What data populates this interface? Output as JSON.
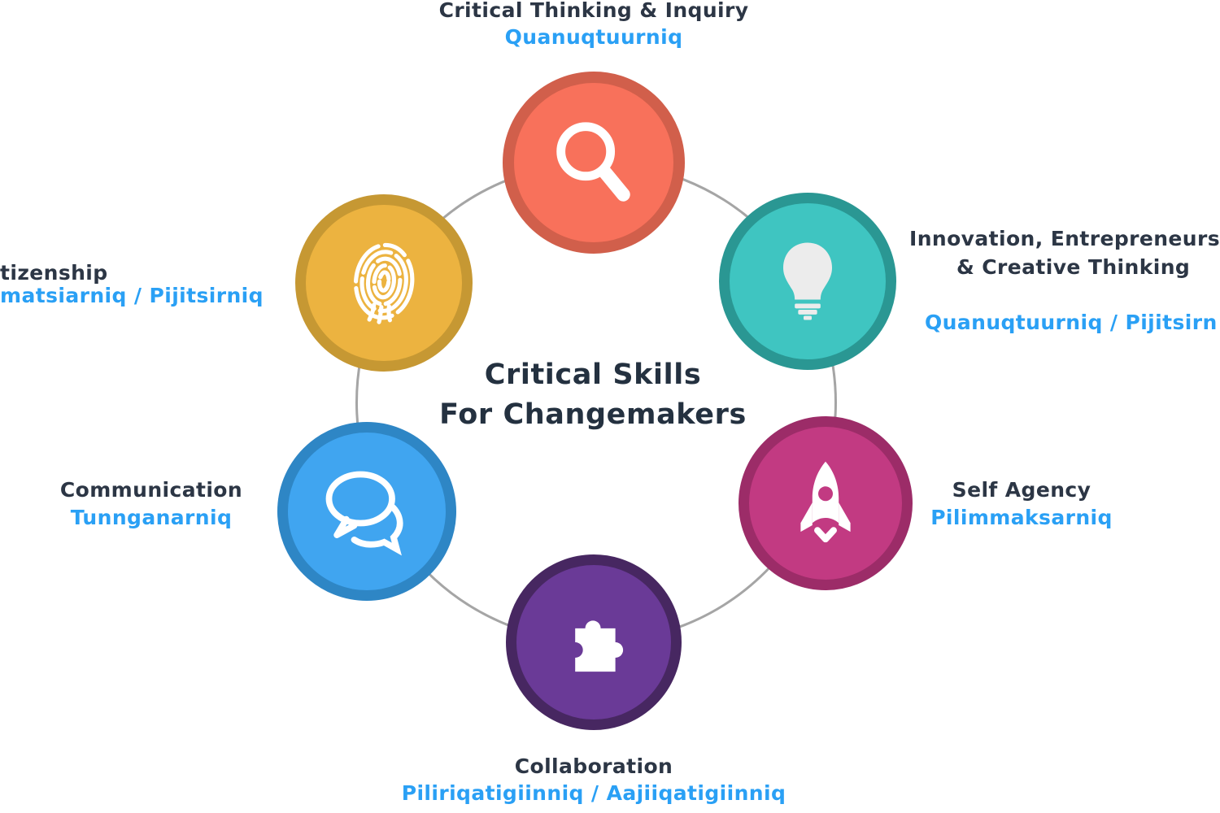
{
  "title": {
    "line1": "Critical Skills",
    "line2": "For Changemakers"
  },
  "connector_color": "#a5a5a5",
  "text_colors": {
    "heading": "#243140",
    "label": "#2c3645",
    "inuktitut": "#2aa0f5"
  },
  "nodes": [
    {
      "name": "critical-thinking-inquiry",
      "label": "Critical Thinking & Inquiry",
      "inuktitut": "Quanuqtuurniq",
      "icon": "magnifier-icon",
      "fill": "#f8715b",
      "ring": "#d15f4b"
    },
    {
      "name": "innovation-creative-thinking",
      "label_line1": "Innovation, Entrepreneurs",
      "label_line2": "& Creative Thinking",
      "inuktitut": "Quanuqtuurniq / Pijitsirn",
      "icon": "lightbulb-icon",
      "fill": "#3fc5c1",
      "ring": "#2a9793"
    },
    {
      "name": "self-agency",
      "label": "Self Agency",
      "inuktitut": "Pilimmaksarniq",
      "icon": "rocket-icon",
      "fill": "#c23a82",
      "ring": "#9c2c68"
    },
    {
      "name": "collaboration",
      "label": "Collaboration",
      "inuktitut": "Piliriqatigiinniq / Aajiiqatigiinniq",
      "icon": "puzzle-icon",
      "fill": "#6a3a97",
      "ring": "#472761"
    },
    {
      "name": "communication",
      "label": "Communication",
      "inuktitut": "Tunnganarniq",
      "icon": "chat-icon",
      "fill": "#40a5f0",
      "ring": "#2e86c5"
    },
    {
      "name": "citizenship",
      "label": "tizenship",
      "inuktitut": "matsiarniq / Pijitsirniq",
      "icon": "fingerprint-icon",
      "fill": "#ecb340",
      "ring": "#c69833"
    }
  ]
}
